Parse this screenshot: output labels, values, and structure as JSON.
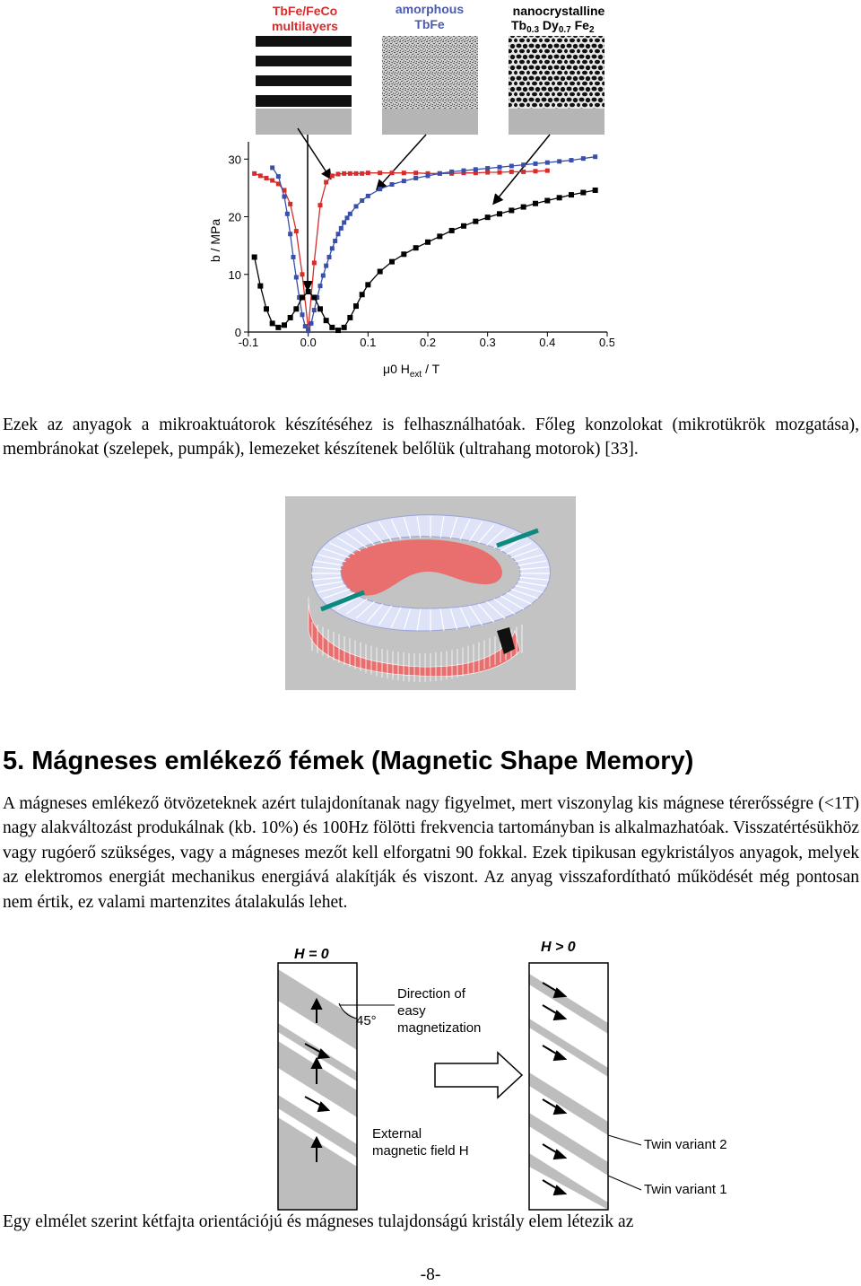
{
  "figure1": {
    "panel_labels": [
      {
        "line1": "TbFe/FeCo",
        "line2": "multilayers",
        "color": "#d62c2c"
      },
      {
        "line1": "amorphous",
        "line2": "TbFe",
        "color": "#4a5bb0"
      },
      {
        "line1": "nanocrystalline",
        "line2": "Tb0.3 Dy0.7 Fe2",
        "color": "#000000"
      }
    ],
    "sub_a": "0.3",
    "sub_b": "0.7",
    "sub_c": "2",
    "y_axis_label": "b / MPa",
    "x_axis_label_main": "μ0 H",
    "x_axis_label_sub": "ext",
    "x_axis_label_tail": " / T",
    "y_ticks": [
      "0",
      "10",
      "20",
      "30"
    ],
    "x_ticks": [
      "-0.1",
      "0.0",
      "0.1",
      "0.2",
      "0.3",
      "0.4",
      "0.5"
    ]
  },
  "chart_data": {
    "type": "line",
    "xlabel": "μ0 Hext / T",
    "ylabel": "b / MPa",
    "xlim": [
      -0.1,
      0.5
    ],
    "ylim": [
      0,
      33
    ],
    "series": [
      {
        "name": "TbFe/FeCo multilayers",
        "color": "#d62c2c",
        "points": [
          [
            -0.09,
            27.5
          ],
          [
            -0.08,
            27.1
          ],
          [
            -0.07,
            26.7
          ],
          [
            -0.06,
            26.3
          ],
          [
            -0.05,
            25.7
          ],
          [
            -0.04,
            24.6
          ],
          [
            -0.03,
            22.2
          ],
          [
            -0.02,
            17.5
          ],
          [
            -0.01,
            10
          ],
          [
            0.0,
            0.5
          ],
          [
            0.01,
            12
          ],
          [
            0.02,
            22
          ],
          [
            0.03,
            26
          ],
          [
            0.04,
            27.1
          ],
          [
            0.05,
            27.4
          ],
          [
            0.06,
            27.5
          ],
          [
            0.07,
            27.5
          ],
          [
            0.08,
            27.5
          ],
          [
            0.09,
            27.5
          ],
          [
            0.1,
            27.6
          ],
          [
            0.12,
            27.6
          ],
          [
            0.14,
            27.6
          ],
          [
            0.16,
            27.6
          ],
          [
            0.18,
            27.6
          ],
          [
            0.2,
            27.5
          ],
          [
            0.22,
            27.5
          ],
          [
            0.24,
            27.5
          ],
          [
            0.26,
            27.6
          ],
          [
            0.28,
            27.6
          ],
          [
            0.3,
            27.7
          ],
          [
            0.32,
            27.7
          ],
          [
            0.34,
            27.8
          ],
          [
            0.36,
            27.8
          ],
          [
            0.38,
            27.9
          ],
          [
            0.4,
            28
          ]
        ]
      },
      {
        "name": "amorphous TbFe",
        "color": "#3a50a8",
        "points": [
          [
            -0.06,
            28.5
          ],
          [
            -0.05,
            27
          ],
          [
            -0.04,
            23.5
          ],
          [
            -0.035,
            20.5
          ],
          [
            -0.03,
            17
          ],
          [
            -0.025,
            13
          ],
          [
            -0.02,
            9.5
          ],
          [
            -0.015,
            6
          ],
          [
            -0.01,
            3
          ],
          [
            -0.005,
            1
          ],
          [
            0.0,
            0.2
          ],
          [
            0.005,
            1.5
          ],
          [
            0.01,
            3.8
          ],
          [
            0.015,
            6
          ],
          [
            0.02,
            8
          ],
          [
            0.025,
            9.8
          ],
          [
            0.03,
            11.5
          ],
          [
            0.035,
            13
          ],
          [
            0.04,
            14.5
          ],
          [
            0.045,
            15.8
          ],
          [
            0.05,
            17
          ],
          [
            0.055,
            18
          ],
          [
            0.06,
            19
          ],
          [
            0.065,
            19.8
          ],
          [
            0.07,
            20.5
          ],
          [
            0.08,
            21.8
          ],
          [
            0.09,
            22.8
          ],
          [
            0.1,
            23.6
          ],
          [
            0.12,
            24.8
          ],
          [
            0.14,
            25.6
          ],
          [
            0.16,
            26.2
          ],
          [
            0.18,
            26.7
          ],
          [
            0.2,
            27.1
          ],
          [
            0.22,
            27.5
          ],
          [
            0.24,
            27.8
          ],
          [
            0.26,
            28
          ],
          [
            0.28,
            28.2
          ],
          [
            0.3,
            28.4
          ],
          [
            0.32,
            28.6
          ],
          [
            0.34,
            28.8
          ],
          [
            0.36,
            29
          ],
          [
            0.38,
            29.2
          ],
          [
            0.4,
            29.4
          ],
          [
            0.42,
            29.6
          ],
          [
            0.44,
            29.8
          ],
          [
            0.46,
            30.1
          ],
          [
            0.48,
            30.4
          ]
        ]
      },
      {
        "name": "nanocrystalline Tb0.3Dy0.7Fe2",
        "color": "#000000",
        "points": [
          [
            -0.09,
            13
          ],
          [
            -0.08,
            8
          ],
          [
            -0.07,
            4
          ],
          [
            -0.06,
            1.5
          ],
          [
            -0.05,
            0.8
          ],
          [
            -0.04,
            1.2
          ],
          [
            -0.03,
            2.5
          ],
          [
            -0.02,
            4
          ],
          [
            -0.01,
            6
          ],
          [
            0.0,
            7
          ],
          [
            0.01,
            6
          ],
          [
            0.02,
            4
          ],
          [
            0.03,
            2
          ],
          [
            0.04,
            0.8
          ],
          [
            0.05,
            0.3
          ],
          [
            0.06,
            0.8
          ],
          [
            0.07,
            2.5
          ],
          [
            0.08,
            4.5
          ],
          [
            0.09,
            6.5
          ],
          [
            0.1,
            8.2
          ],
          [
            0.12,
            10.5
          ],
          [
            0.14,
            12.2
          ],
          [
            0.16,
            13.5
          ],
          [
            0.18,
            14.6
          ],
          [
            0.2,
            15.6
          ],
          [
            0.22,
            16.6
          ],
          [
            0.24,
            17.6
          ],
          [
            0.26,
            18.4
          ],
          [
            0.28,
            19.2
          ],
          [
            0.3,
            19.9
          ],
          [
            0.32,
            20.5
          ],
          [
            0.34,
            21.1
          ],
          [
            0.36,
            21.7
          ],
          [
            0.38,
            22.3
          ],
          [
            0.4,
            22.8
          ],
          [
            0.42,
            23.3
          ],
          [
            0.44,
            23.8
          ],
          [
            0.46,
            24.2
          ],
          [
            0.48,
            24.6
          ]
        ]
      }
    ]
  },
  "para1": "Ezek az anyagok a mikroaktuátorok készítéséhez is felhasználhatóak. Főleg konzolokat (mikrotükrök mozgatása), membránokat (szelepek, pumpák), lemezeket készítenek belőlük (ultrahang motorok) [33].",
  "heading": "5.  Mágneses emlékező fémek (Magnetic Shape Memory)",
  "para2": "A mágneses emlékező ötvözeteknek azért tulajdonítanak nagy figyelmet, mert viszonylag kis mágnese térerősségre (<1T) nagy alakváltozást produkálnak (kb. 10%) és 100Hz fölötti frekvencia tartományban is alkalmazhatóak. Visszatértésükhöz vagy rugóerő szükséges, vagy a mágneses mezőt kell elforgatni 90 fokkal. Ezek tipikusan egykristályos anyagok, melyek az elektromos energiát mechanikus energiává alakítják és viszont. Az anyag visszafordítható működését még pontosan nem értik, ez valami martenzites átalakulás lehet.",
  "figure3": {
    "label_h0": "H = 0",
    "label_hgt0": "H > 0",
    "angle": "45°",
    "easy_line1": "Direction of",
    "easy_line2": "easy",
    "easy_line3": "magnetization",
    "ext_line1": "External",
    "ext_line2": "magnetic field H",
    "twin2": "Twin variant 2",
    "twin1": "Twin variant 1"
  },
  "para3": "Egy elmélet szerint kétfajta orientációjú és mágneses tulajdonságú kristály elem létezik az",
  "page_number": "-8-"
}
